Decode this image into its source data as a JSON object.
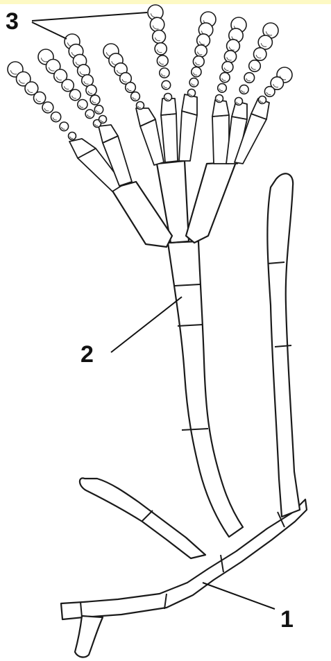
{
  "diagram": {
    "subject": "",
    "labels": {
      "mycelium": "1",
      "conidiophore": "2",
      "conidia": "3"
    },
    "colors": {
      "background": "#ffffff",
      "top_strip": "#fdf9c4",
      "ink": "#1a1a1a"
    }
  }
}
